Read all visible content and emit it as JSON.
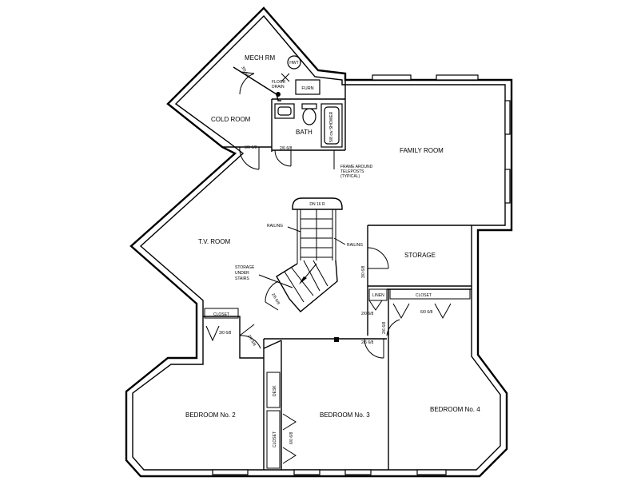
{
  "rooms": {
    "mech": "MECH RM",
    "cold": "COLD ROOM",
    "bath": "BATH",
    "family": "FAMILY ROOM",
    "tv": "T.V. ROOM",
    "storage": "STORAGE",
    "bedroom2": "BEDROOM No. 2",
    "bedroom3": "BEDROOM No. 3",
    "bedroom4": "BEDROOM No. 4"
  },
  "fixtures": {
    "hwt": "HWT",
    "furn": "FURN",
    "floor_drain": [
      "FLOOR",
      "DRAIN"
    ],
    "shower": "5/8 cw SHOWER",
    "linen": "LINEN",
    "closet": "CLOSET",
    "desk": "DESK"
  },
  "stairs": {
    "label": "DN 16 R",
    "storage_under": [
      "STORAGE",
      "UNDER",
      "STAIRS"
    ]
  },
  "notes": {
    "railing": "RAILING",
    "frame_around": [
      "FRAME AROUND",
      "TELEPOSTS",
      "(TYPICAL)"
    ]
  },
  "doors": {
    "mech": "3/0 6/8",
    "cold": "3/0 6/8",
    "bath": "2/6 6/8",
    "stairs": "2/6 6/8",
    "storage": "3/0 6/8",
    "linen": "2/0 6/8",
    "closet_a": "6/0 6/8",
    "hall_a": "2/6 6/8",
    "bed3": "2/6 6/8",
    "closet_b2": "3/0 6/8",
    "bed2": "2/6 6/8",
    "closet_b3": "6/0 6/8"
  }
}
